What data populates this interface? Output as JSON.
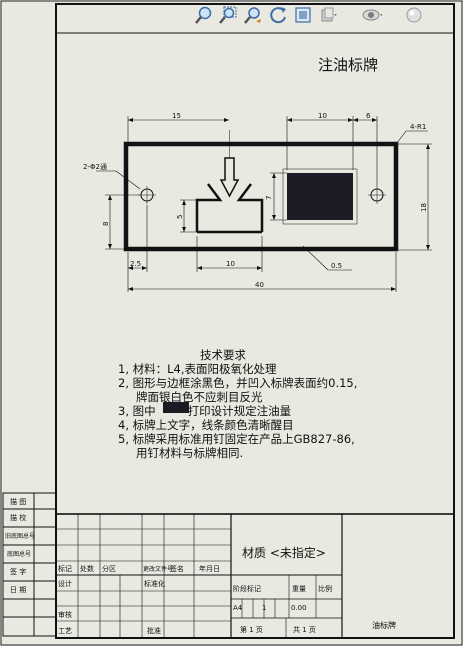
{
  "drawing": {
    "title": "注油标牌",
    "dims": {
      "d15": "15",
      "d10_top": "10",
      "d6": "6",
      "r1": "4-R1",
      "hole": "2-Φ2通",
      "d7": "7",
      "d18": "18",
      "d8": "8",
      "d5": "5",
      "d2_5": "2.5",
      "d10_bottom": "10",
      "d0_5": "0.5",
      "d40": "40"
    }
  },
  "tech": {
    "heading": "技术要求",
    "lines": [
      "1, 材料：L4,表面阳极氧化处理",
      "2, 图形与边框涂黑色，并凹入标牌表面约0.15,",
      "牌面银白色不应刺目反光",
      "3, 图中",
      "打印设计规定注油量",
      "4, 标牌上文字，线条颜色清晰醒目",
      "5, 标牌采用标准用钉固定在产品上GB827-86,",
      "用钉材料与标牌相同."
    ]
  },
  "titleblock": {
    "material": "材质 <未指定>",
    "part_name": "油标牌",
    "scale_label": "比例",
    "sheet_label": "第 1 页",
    "total_label": "共 1 页",
    "a4": "A4",
    "scale_val": "1",
    "weight": "0.00",
    "labels": [
      "标记",
      "处数",
      "分区",
      "更改文件号",
      "签名",
      "年月日",
      "设计",
      "标准化",
      "阶段标记",
      "重量",
      "审核",
      "工艺",
      "批准"
    ],
    "side": [
      "描 图",
      "描 校",
      "旧底图总号",
      "底图总号",
      "签 字",
      "日 期"
    ]
  }
}
